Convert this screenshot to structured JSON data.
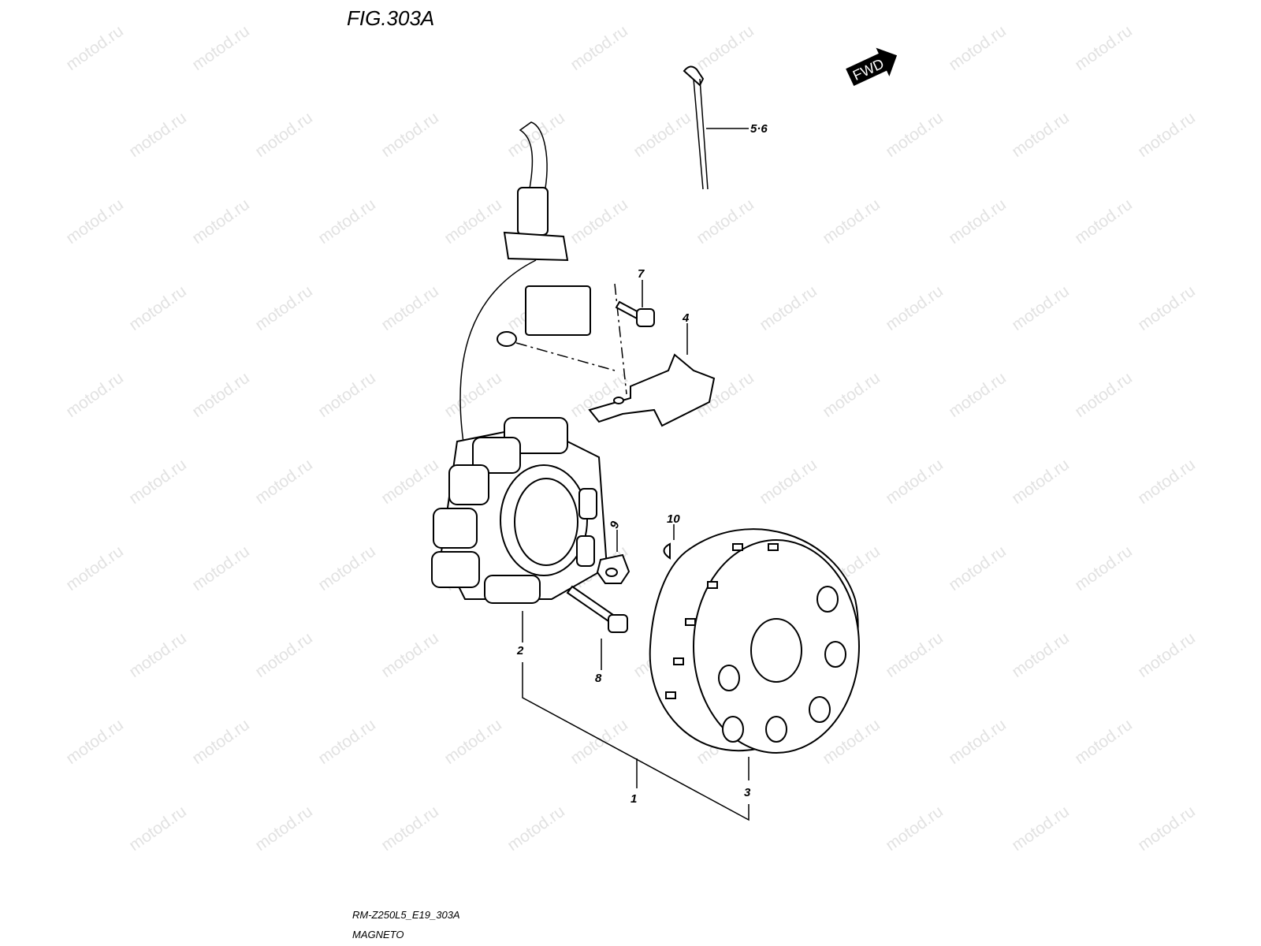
{
  "figure_title": "FIG.303A",
  "watermark": "motod.ru",
  "fwd_label": "FWD",
  "callouts": {
    "p1": "1",
    "p2": "2",
    "p3": "3",
    "p4": "4",
    "p56": "5·6",
    "p7": "7",
    "p8": "8",
    "p9": "9",
    "p10": "10"
  },
  "caption": {
    "code": "RM-Z250L5_E19_303A",
    "name": "MAGNETO"
  }
}
